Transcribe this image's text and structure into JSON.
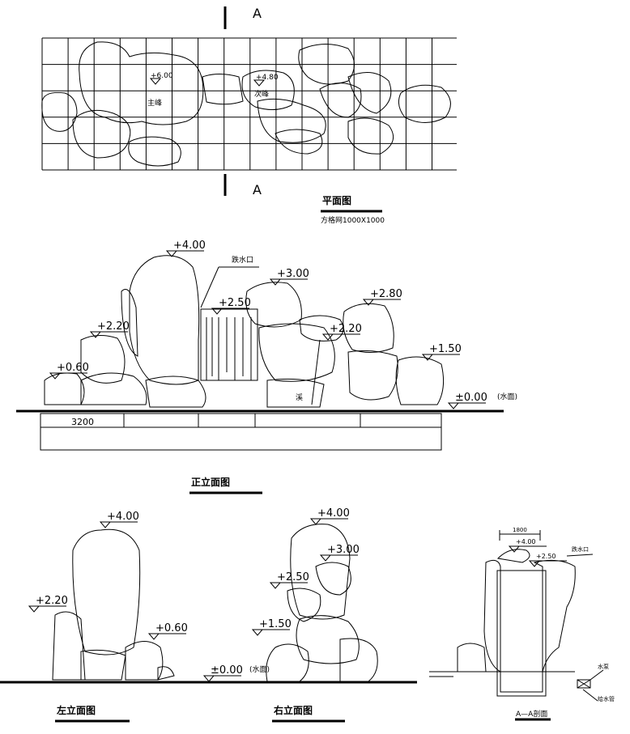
{
  "plan": {
    "section_mark": "A",
    "section_mark_bottom": "A",
    "level_main": "+6.00",
    "level_secondary": "+4.80",
    "label_main_peak": "主峰",
    "label_secondary_peak": "次峰",
    "title": "平面图",
    "subtitle": "方格网1000X1000"
  },
  "front": {
    "levels": [
      "+4.00",
      "+3.00",
      "+2.50",
      "+2.80",
      "+2.20",
      "+2.20",
      "+1.50",
      "+0.60",
      "±0.00"
    ],
    "water_label": "(水面)",
    "fall_label": "跌水口",
    "pool_label": "溪",
    "dimension": "3200",
    "title": "正立面图"
  },
  "left": {
    "levels": [
      "+4.00",
      "+2.20",
      "+0.60"
    ],
    "title": "左立面图"
  },
  "right": {
    "levels": [
      "+4.00",
      "+3.00",
      "+2.50",
      "+1.50",
      "±0.00"
    ],
    "water_label": "(水面)",
    "title": "右立面图"
  },
  "section": {
    "dimension": "1800",
    "levels": [
      "+4.00",
      "+2.50"
    ],
    "fall_label": "跌水口",
    "pump_label": "水泵",
    "pipe_label": "给水管",
    "title": "A—A剖面"
  }
}
